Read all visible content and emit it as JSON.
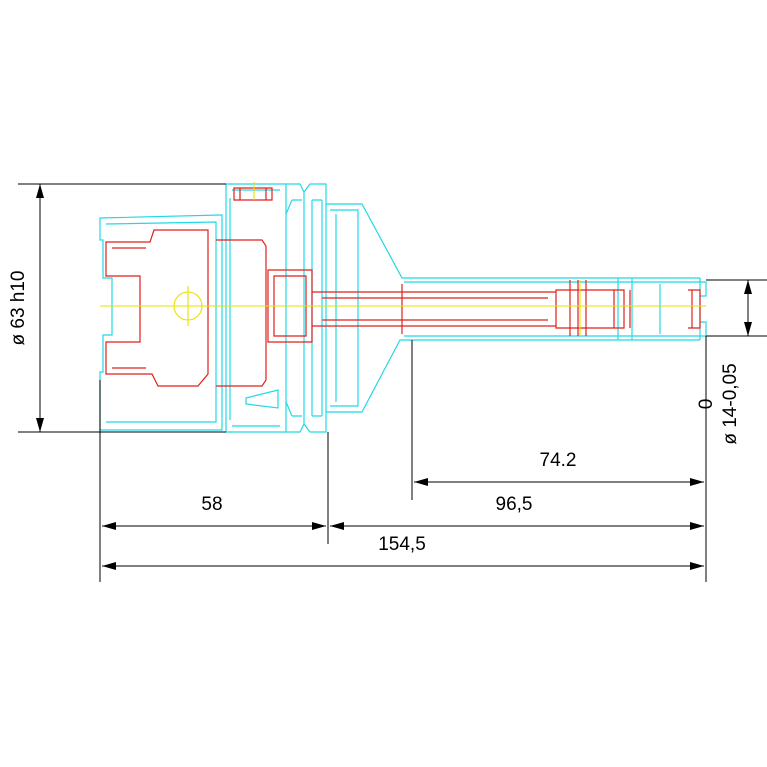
{
  "dimensions": {
    "overall_diameter": "ø 63 h10",
    "shank_diameter": "ø 14-0,05",
    "shank_tolerance_upper": "0",
    "length_a": "58",
    "length_b": "96,5",
    "length_c": "74.2",
    "length_total": "154,5"
  },
  "colors": {
    "outline": "#22d8e6",
    "hidden_parts": "#e0201a",
    "centerline": "#e8e000",
    "dimension": "#000000"
  }
}
